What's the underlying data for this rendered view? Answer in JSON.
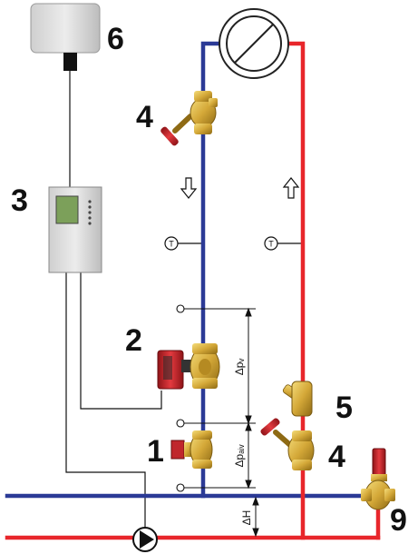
{
  "labels": {
    "n1": "1",
    "n2": "2",
    "n3": "3",
    "n4a": "4",
    "n4b": "4",
    "n5": "5",
    "n6": "6",
    "n9": "9"
  },
  "dims": {
    "dpv": "Δpᵥ",
    "dpdiv": "Δpₐᵢᵥ",
    "dh": "ΔH"
  },
  "sensors": {
    "t_left": "T",
    "t_right": "T"
  },
  "colors": {
    "supply": "#e8262b",
    "return": "#2b3a96",
    "brass": "#d4a838",
    "actuator": "#c0272d",
    "line": "#111111"
  }
}
